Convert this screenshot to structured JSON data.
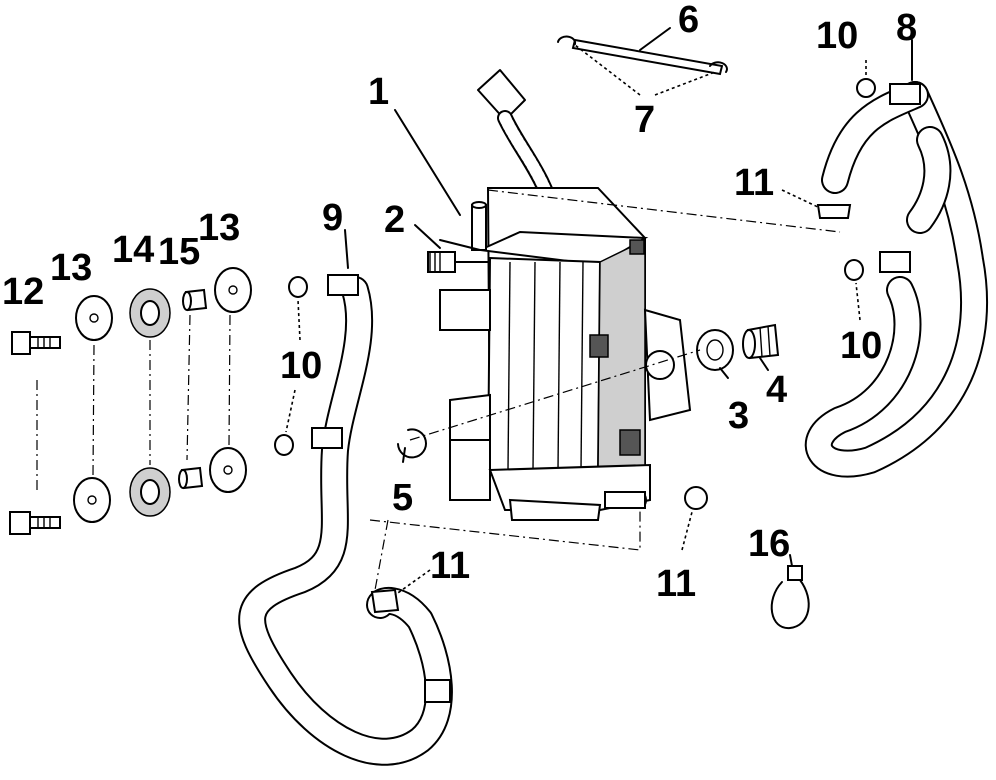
{
  "callouts": [
    {
      "id": "1",
      "text": "1"
    },
    {
      "id": "2",
      "text": "2"
    },
    {
      "id": "3",
      "text": "3"
    },
    {
      "id": "4",
      "text": "4"
    },
    {
      "id": "5",
      "text": "5"
    },
    {
      "id": "6",
      "text": "6"
    },
    {
      "id": "7",
      "text": "7"
    },
    {
      "id": "8",
      "text": "8"
    },
    {
      "id": "9",
      "text": "9"
    },
    {
      "id": "10a",
      "text": "10"
    },
    {
      "id": "10b",
      "text": "10"
    },
    {
      "id": "10c",
      "text": "10"
    },
    {
      "id": "11a",
      "text": "11"
    },
    {
      "id": "11b",
      "text": "11"
    },
    {
      "id": "11c",
      "text": "11"
    },
    {
      "id": "12",
      "text": "12"
    },
    {
      "id": "13a",
      "text": "13"
    },
    {
      "id": "13b",
      "text": "13"
    },
    {
      "id": "14",
      "text": "14"
    },
    {
      "id": "15",
      "text": "15"
    },
    {
      "id": "16",
      "text": "16"
    }
  ]
}
